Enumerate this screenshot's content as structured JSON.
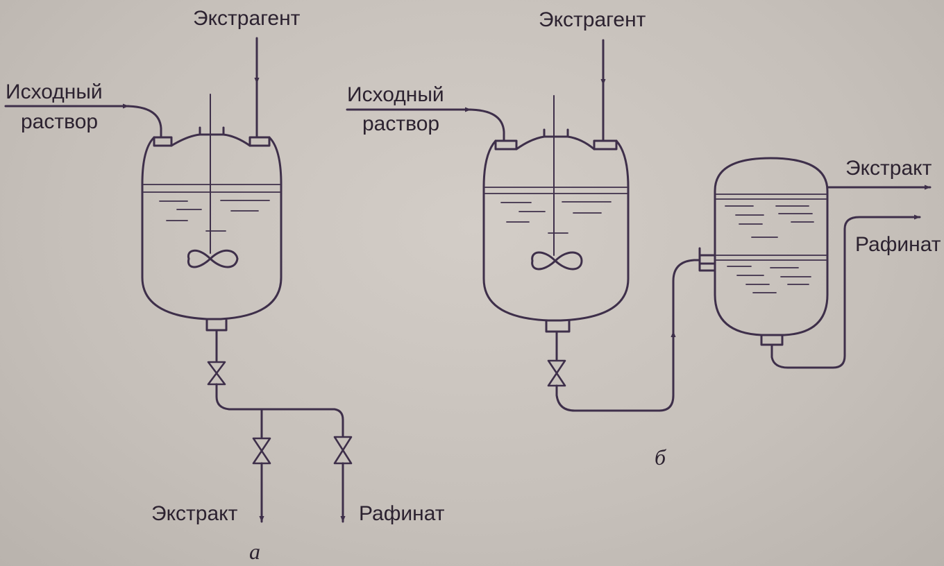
{
  "panel_a": {
    "feed_label_line1": "Исходный",
    "feed_label_line2": "раствор",
    "extractant_label": "Экстрагент",
    "extract_label": "Экстракт",
    "raffinate_label": "Рафинат",
    "panel_letter": "а"
  },
  "panel_b": {
    "feed_label_line1": "Исходный",
    "feed_label_line2": "раствор",
    "extractant_label": "Экстрагент",
    "extract_label": "Экстракт",
    "raffinate_label": "Рафинат",
    "panel_letter": "б"
  },
  "colors": {
    "ink": "#3e2f4a",
    "paper": "#c9c3bd"
  }
}
